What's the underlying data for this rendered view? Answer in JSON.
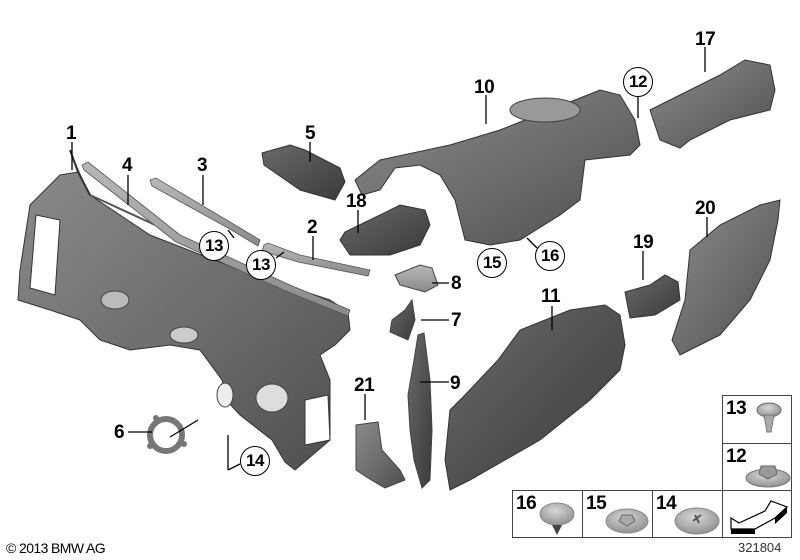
{
  "diagram": {
    "type": "exploded parts diagram",
    "copyright": "© 2013 BMW AG",
    "diagram_number": "321804"
  },
  "callouts": [
    {
      "id": "1",
      "label": "1",
      "circled": false
    },
    {
      "id": "2",
      "label": "2",
      "circled": false
    },
    {
      "id": "3",
      "label": "3",
      "circled": false
    },
    {
      "id": "4",
      "label": "4",
      "circled": false
    },
    {
      "id": "5",
      "label": "5",
      "circled": false
    },
    {
      "id": "6",
      "label": "6",
      "circled": false
    },
    {
      "id": "7",
      "label": "7",
      "circled": false
    },
    {
      "id": "8",
      "label": "8",
      "circled": false
    },
    {
      "id": "9",
      "label": "9",
      "circled": false
    },
    {
      "id": "10",
      "label": "10",
      "circled": false
    },
    {
      "id": "11",
      "label": "11",
      "circled": false
    },
    {
      "id": "12a",
      "label": "12",
      "circled": true
    },
    {
      "id": "13a",
      "label": "13",
      "circled": true
    },
    {
      "id": "13b",
      "label": "13",
      "circled": true
    },
    {
      "id": "14a",
      "label": "14",
      "circled": true
    },
    {
      "id": "15a",
      "label": "15",
      "circled": true
    },
    {
      "id": "16a",
      "label": "16",
      "circled": true
    },
    {
      "id": "17",
      "label": "17",
      "circled": false
    },
    {
      "id": "18",
      "label": "18",
      "circled": false
    },
    {
      "id": "19",
      "label": "19",
      "circled": false
    },
    {
      "id": "20",
      "label": "20",
      "circled": false
    },
    {
      "id": "21",
      "label": "21",
      "circled": false
    }
  ],
  "legend": {
    "cells": [
      {
        "label": "13",
        "part": "expanding rivet / clip"
      },
      {
        "label": "12",
        "part": "hex collar nut"
      },
      {
        "label": "16",
        "part": "push clip"
      },
      {
        "label": "15",
        "part": "nut with washer"
      },
      {
        "label": "14",
        "part": "plastic nut"
      },
      {
        "label": "",
        "part": "direction arrow"
      }
    ]
  }
}
